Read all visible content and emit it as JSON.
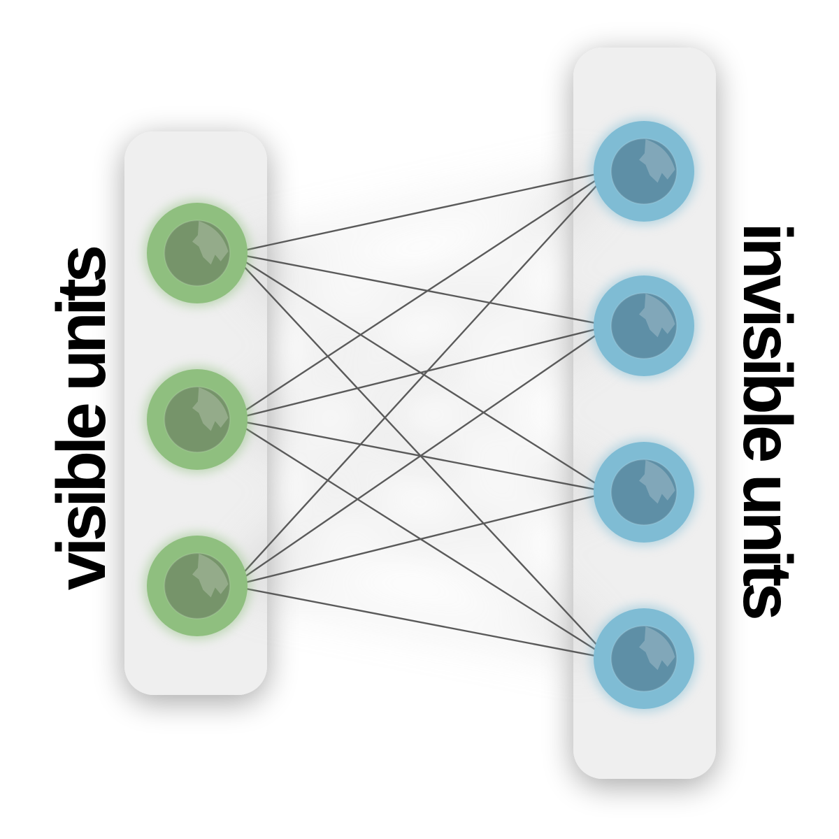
{
  "diagram": {
    "type": "bipartite-network",
    "layers": [
      {
        "id": "visible",
        "label": "visible units",
        "unit_count": 3,
        "color": "#8fbf7f",
        "core_color": "#76946a",
        "icon": "globe-icon"
      },
      {
        "id": "hidden",
        "label": "invisible units",
        "unit_count": 4,
        "color": "#7fbcd4",
        "core_color": "#5e8fa6",
        "icon": "globe-icon"
      }
    ],
    "connections": "fully-connected",
    "panel_color": "#efefef",
    "edge_color": "#5a5a5a"
  }
}
